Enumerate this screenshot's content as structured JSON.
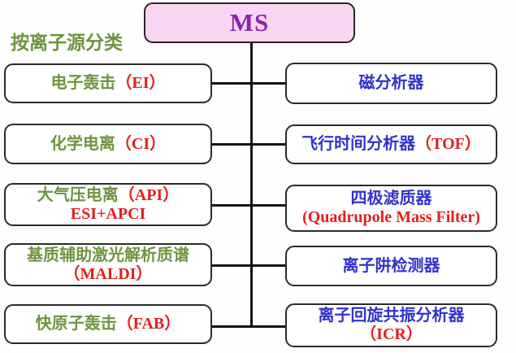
{
  "diagram": {
    "heading": "按离子源分类",
    "root_label": "MS"
  },
  "left": {
    "items": [
      {
        "main": "电子轰击",
        "code": "（EI）"
      },
      {
        "main": "化学电离",
        "code": "（CI）"
      },
      {
        "main": "大气压电离",
        "code": "（API）",
        "sub": "ESI+APCI"
      },
      {
        "main": "基质辅助激光解析质谱",
        "sub": "（MALDI）"
      },
      {
        "main": "快原子轰击",
        "code": "（FAB）"
      }
    ]
  },
  "right": {
    "items": [
      {
        "main": "磁分析器"
      },
      {
        "main": "飞行时间分析器",
        "code": "（TOF）"
      },
      {
        "main": "四极滤质器",
        "sub": "(Quadrupole Mass Filter)"
      },
      {
        "main": "离子阱检测器"
      },
      {
        "main": "离子回旋共振分析器",
        "sub": "（ICR）"
      }
    ]
  },
  "colors": {
    "root_fill": "#f9d7f2",
    "root_text": "#8b22ae",
    "left_text": "#6e9440",
    "right_text": "#3232cc",
    "accent_red": "#e41e1e",
    "box_border": "#2b2b2b",
    "connector": "#141414"
  }
}
